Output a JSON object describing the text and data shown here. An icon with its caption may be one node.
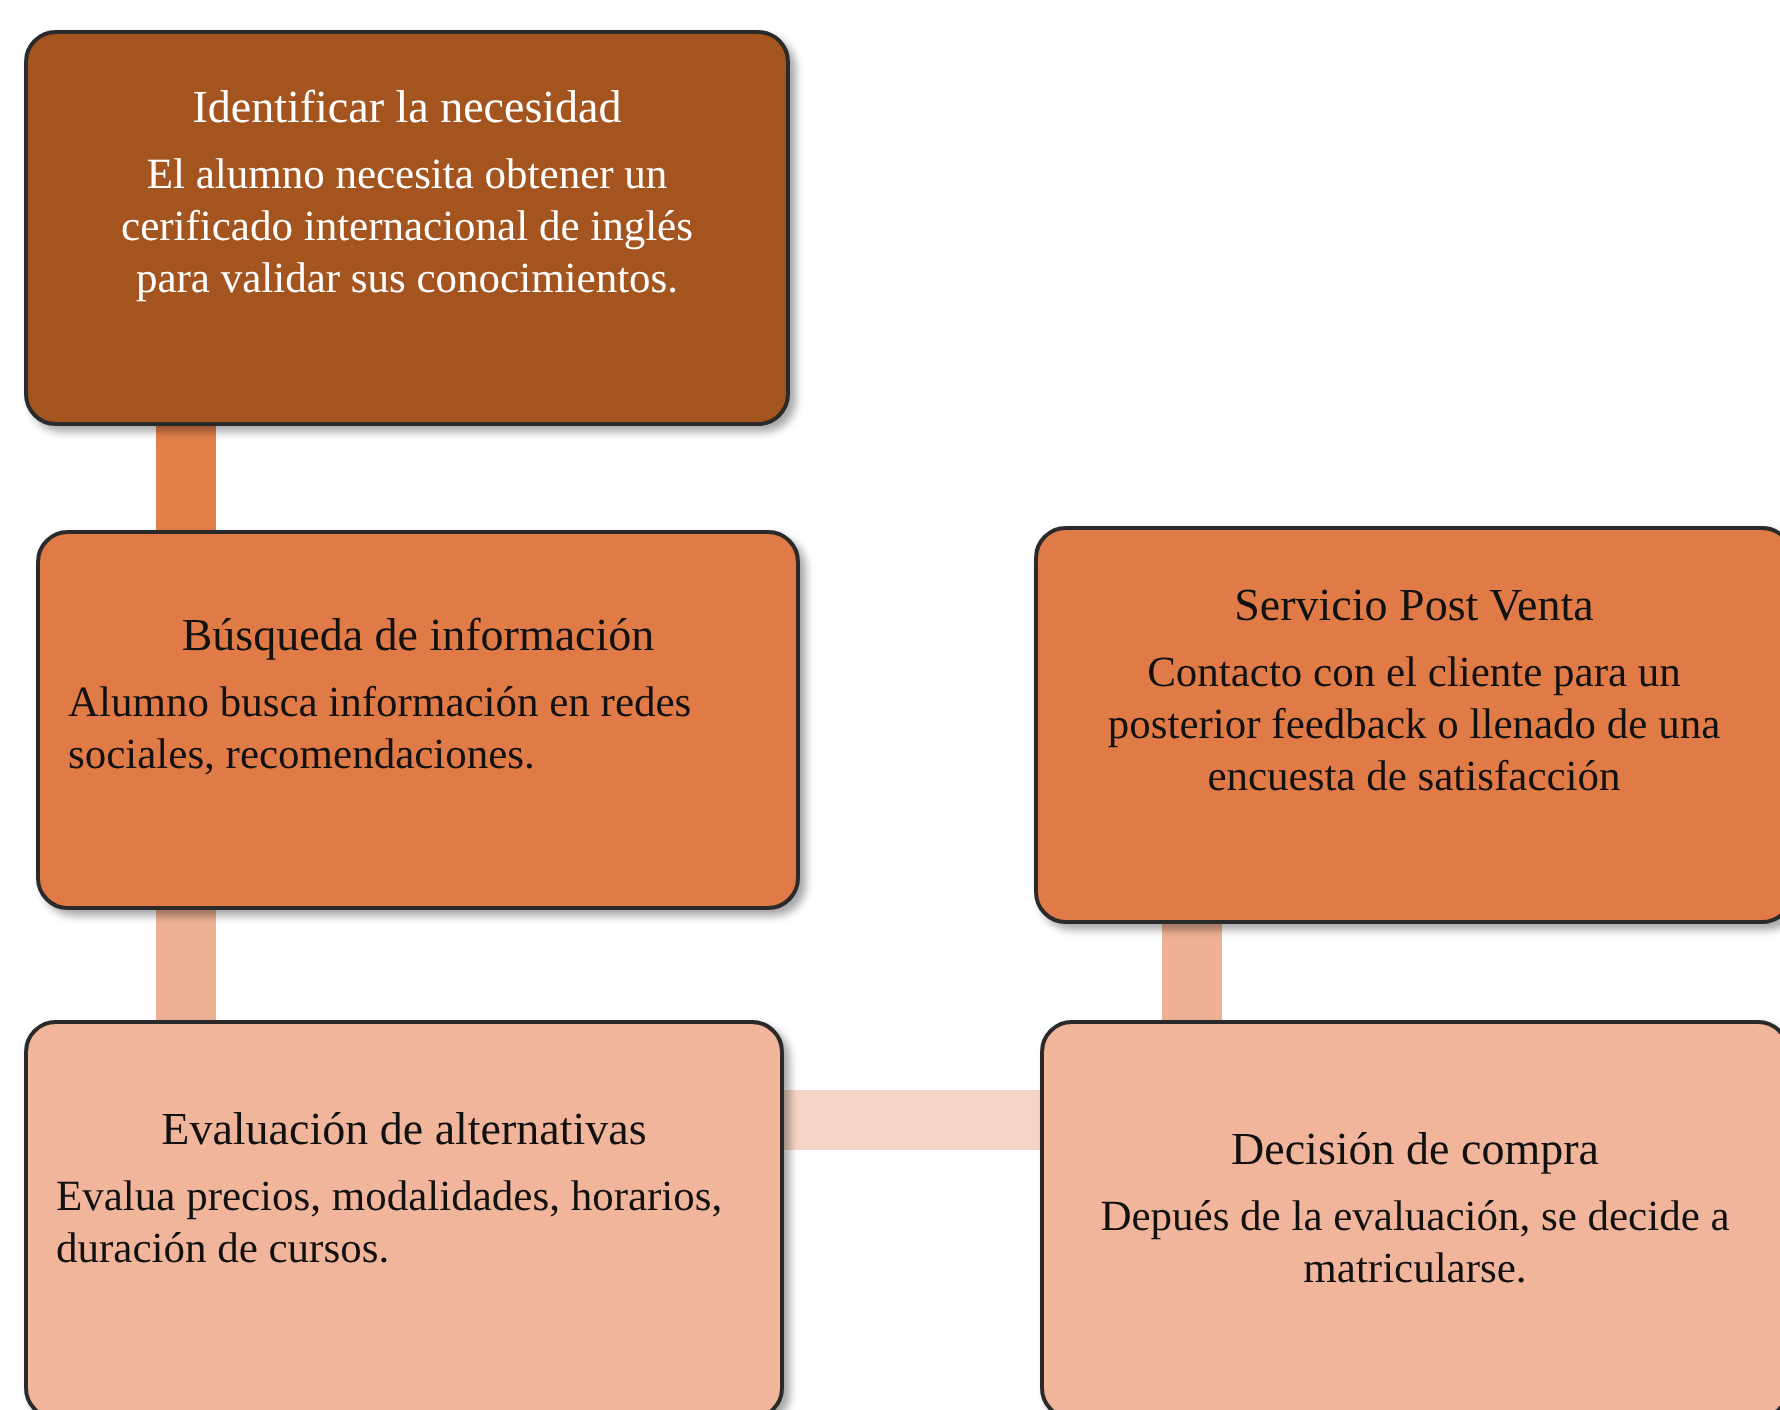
{
  "diagram": {
    "nodes": [
      {
        "text": [
          "Identificar la necesidad",
          "El alumno necesita obtener un cerificado internacional de inglés para validar sus conocimientos."
        ]
      },
      {
        "text": [
          "Búsqueda de información",
          "Alumno busca información en redes sociales, recomendaciones."
        ]
      },
      {
        "text": [
          "Evaluación de alternativas",
          "Evalua precios, modalidades, horarios, duración de cursos."
        ]
      },
      {
        "text": [
          "Servicio  Post Venta",
          "Contacto con el cliente para un posterior feedback o llenado de una encuesta de satisfacción"
        ]
      },
      {
        "text": [
          "Decisión de compra",
          "Depués de la evaluación, se decide a matricularse."
        ]
      }
    ],
    "edges": [
      {
        "from": 0,
        "to": 1,
        "arrow": "none",
        "color": "#e4804a"
      },
      {
        "from": 1,
        "to": 2,
        "arrow": "none",
        "color": "#eeb194"
      },
      {
        "from": 2,
        "to": 4,
        "arrow": "none",
        "color": "#f6d5c6"
      },
      {
        "from": 4,
        "to": 3,
        "arrow": "none",
        "color": "#eeb194"
      }
    ]
  }
}
